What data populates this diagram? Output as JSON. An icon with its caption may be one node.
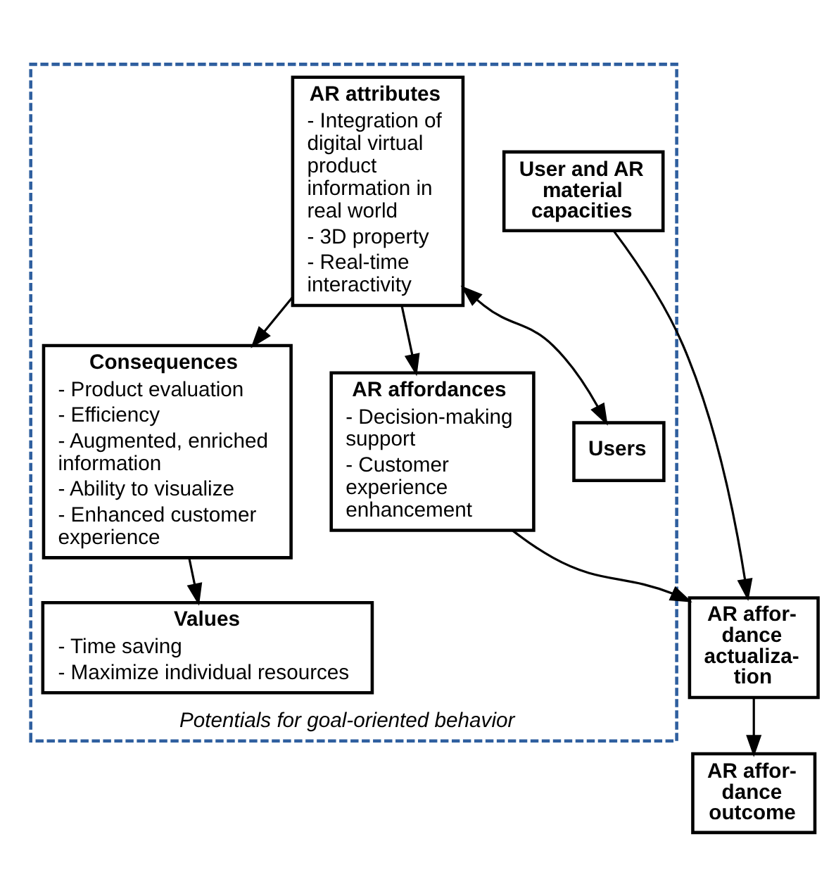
{
  "diagram": {
    "nodes": [
      {
        "text": [
          "Potentials for goal-oriented behavior"
        ]
      },
      {
        "text": [
          "Values",
          "- Time saving",
          "- Maximize individual resources"
        ],
        "in": 0
      },
      {
        "text": [
          "Consequences",
          "- Product evaluation",
          "- Efficiency",
          "- Augmented, enriched information",
          "- Ability to visualize",
          "- Enhanced customer experience"
        ],
        "in": 0
      },
      {
        "text": [
          "AR attributes",
          "- Integration of digital virtual product information in real world",
          "- 3D property",
          "- Real-time interactivity"
        ],
        "in": 0
      },
      {
        "text": [
          "User and AR material capacities"
        ],
        "in": 0
      },
      {
        "text": [
          "AR affordances",
          "- Decision-making support",
          "- Customer experience enhancement"
        ],
        "in": 0
      },
      {
        "text": [
          "Users"
        ],
        "in": 0
      },
      {
        "text": [
          "AR affor- dance actualiza- tion"
        ]
      },
      {
        "text": [
          "AR affor- dance outcome"
        ]
      }
    ],
    "edges": [
      {
        "from": 2,
        "to": 1,
        "arrow": "to"
      },
      {
        "from": 3,
        "to": 2,
        "arrow": "to"
      },
      {
        "from": 3,
        "to": 5,
        "arrow": "to"
      },
      {
        "from": 3,
        "to": 6,
        "arrow": "both"
      },
      {
        "from": 5,
        "to": 7,
        "arrow": "to"
      },
      {
        "from": 4,
        "to": 7,
        "arrow": "to"
      },
      {
        "from": 7,
        "to": 8,
        "arrow": "to"
      }
    ]
  }
}
